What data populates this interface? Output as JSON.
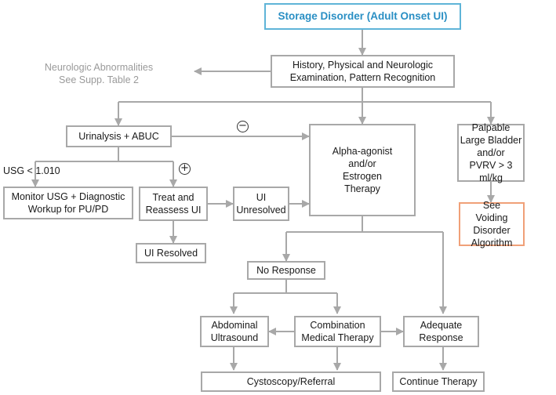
{
  "title": "Storage Disorder (Adult Onset UI)",
  "history_exam": "History, Physical and Neurologic\nExamination, Pattern Recognition",
  "neuro_abnormalities": "Neurologic Abnormalities\nSee Supp. Table 2",
  "urinalysis": "Urinalysis + ABUC",
  "usg_low": "USG < 1.010",
  "monitor_usg": "Monitor USG + Diagnostic\nWorkup for PU/PD",
  "treat_reassess": "Treat and\nReassess UI",
  "ui_resolved": "UI Resolved",
  "ui_unresolved": "UI\nUnresolved",
  "alpha_agonist": "Alpha-agonist\nand/or\nEstrogen\nTherapy",
  "palpable_bladder": "Palpable\nLarge Bladder\nand/or\nPVRV > 3 ml/kg",
  "see_voiding": "See\nVoiding Disorder\nAlgorithm",
  "no_response": "No Response",
  "abdominal_us": "Abdominal\nUltrasound",
  "combination_therapy": "Combination\nMedical Therapy",
  "adequate_response": "Adequate\nResponse",
  "cystoscopy": "Cystoscopy/Referral",
  "continue_therapy": "Continue Therapy",
  "minus_symbol": "−",
  "plus_symbol": "+",
  "colors": {
    "title_border": "#5fb4d8",
    "title_text": "#2a8fc4",
    "box_border": "#a8a8a8",
    "voiding_border": "#f0a078",
    "arrow": "#a8a8a8",
    "muted_text": "#9a9a9a"
  }
}
